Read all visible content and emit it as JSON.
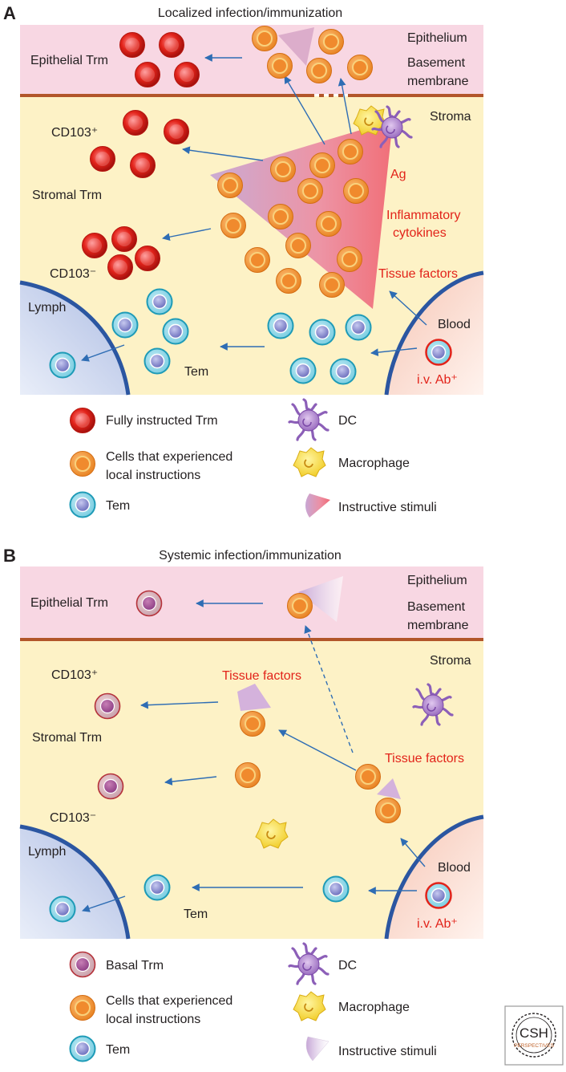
{
  "panel_a": {
    "letter": "A",
    "title": "Localized infection/immunization",
    "epithelium": "Epithelium",
    "basement_line1": "Basement",
    "basement_line2": "membrane",
    "stroma": "Stroma",
    "epithelial_trm": "Epithelial Trm",
    "cd103_pos": "CD103⁺",
    "stromal_trm": "Stromal Trm",
    "cd103_neg": "CD103⁻",
    "ag": "Ag",
    "inflammatory_line1": "Inflammatory",
    "inflammatory_line2": "cytokines",
    "tissue_factors": "Tissue factors",
    "lymph": "Lymph",
    "blood": "Blood",
    "tem": "Tem",
    "iv_ab": "i.v. Ab⁺",
    "legend": {
      "fully_instructed": "Fully instructed Trm",
      "local_line1": "Cells that experienced",
      "local_line2": "local instructions",
      "tem": "Tem",
      "dc": "DC",
      "macrophage": "Macrophage",
      "stimuli": "Instructive stimuli"
    }
  },
  "panel_b": {
    "letter": "B",
    "title": "Systemic infection/immunization",
    "epithelium": "Epithelium",
    "basement_line1": "Basement",
    "basement_line2": "membrane",
    "stroma": "Stroma",
    "epithelial_trm": "Epithelial Trm",
    "cd103_pos": "CD103⁺",
    "stromal_trm": "Stromal Trm",
    "cd103_neg": "CD103⁻",
    "tissue_factors_1": "Tissue factors",
    "tissue_factors_2": "Tissue factors",
    "lymph": "Lymph",
    "blood": "Blood",
    "tem": "Tem",
    "iv_ab": "i.v. Ab⁺",
    "legend": {
      "basal": "Basal Trm",
      "local_line1": "Cells that experienced",
      "local_line2": "local instructions",
      "tem": "Tem",
      "dc": "DC",
      "macrophage": "Macrophage",
      "stimuli": "Instructive stimuli"
    }
  },
  "logo": {
    "csh": "CSH",
    "perspectives": "PERSPECTIVES"
  },
  "colors": {
    "epithelium": "#f8d7e3",
    "stroma": "#fdf2c6",
    "basement": "#b2562a",
    "arrow": "#2e6db4",
    "trm_red": "#e2231a",
    "orange_cell": "#f6a346",
    "tem_teal": "#3fb8cf",
    "vessel_blue": "#2b56a1",
    "label_red": "#e2231a"
  }
}
